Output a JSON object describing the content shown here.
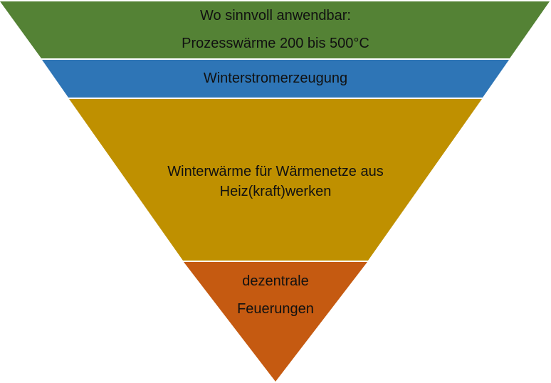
{
  "layers": [
    {
      "lines": [
        "Wo sinnvoll anwendbar:",
        "Prozesswärme 200 bis 500°C"
      ],
      "color": "#548235"
    },
    {
      "lines": [
        "Winterstromerzeugung"
      ],
      "color": "#2E75B6"
    },
    {
      "lines": [
        "Winterwärme für Wärmenetze aus",
        "Heiz(kraft)werken"
      ],
      "color": "#BF9000"
    },
    {
      "lines": [
        "dezentrale",
        "Feuerungen"
      ],
      "color": "#C55A11"
    }
  ]
}
